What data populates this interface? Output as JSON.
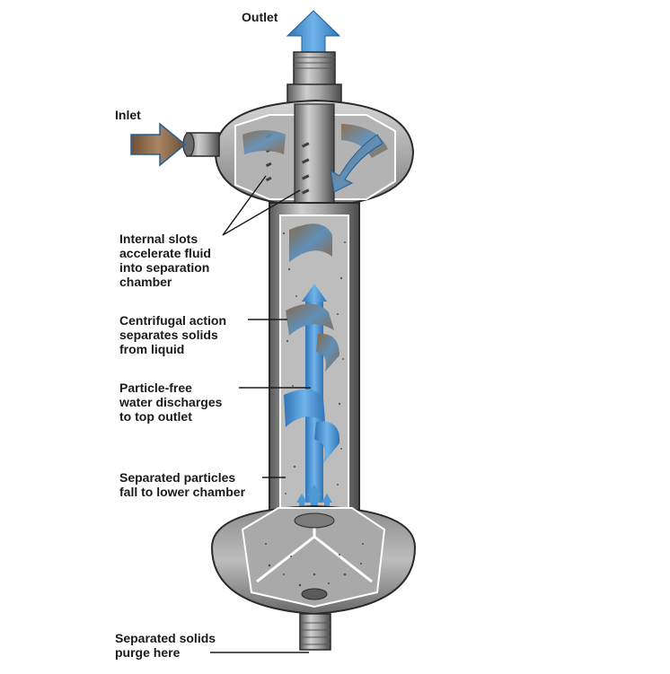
{
  "labels": {
    "outlet": "Outlet",
    "inlet": "Inlet",
    "internal_slots": [
      "Internal slots",
      "accelerate fluid",
      "into separation",
      "chamber"
    ],
    "centrifugal_action": [
      "Centrifugal action",
      "separates solids",
      "from liquid"
    ],
    "particle_free": [
      "Particle-free",
      "water discharges",
      "to top outlet"
    ],
    "separated_particles": [
      "Separated particles",
      "fall to lower chamber"
    ],
    "purge": [
      "Separated solids",
      "purge here"
    ]
  },
  "colors": {
    "water": "#3f8fd0",
    "water_dark": "#1f5f9a",
    "sludge": "#8a6a48",
    "metal_light": "#c9c9c9",
    "metal_mid": "#8f8f8f",
    "metal_dark": "#4a4a4a",
    "chamber": "#b8b8b8",
    "outline": "#2a2a2a",
    "leader": "#1a1a1a"
  }
}
